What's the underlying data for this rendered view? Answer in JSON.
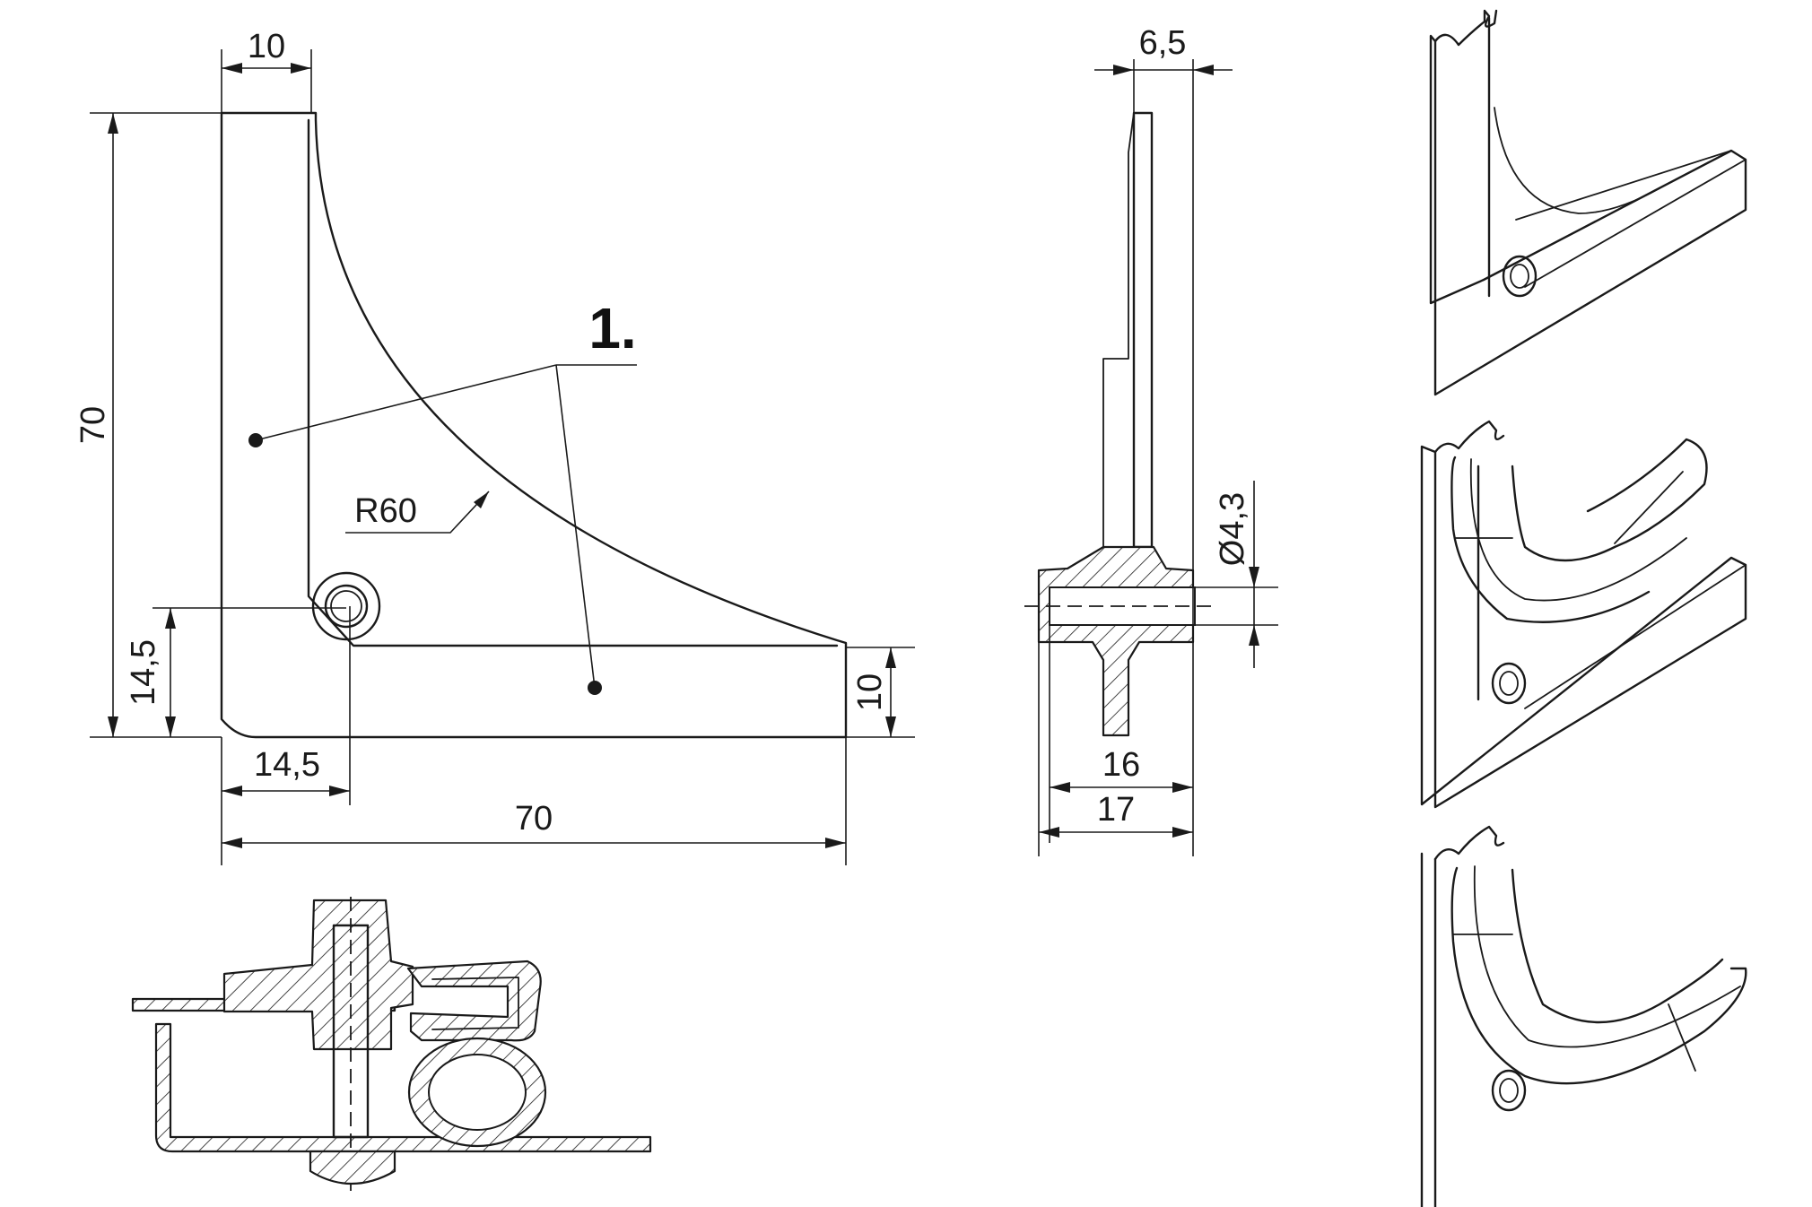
{
  "front_view": {
    "dim_width_top": "10",
    "dim_height_total": "70",
    "dim_radius": "R60",
    "dim_hole_height": "14,5",
    "dim_hole_offset": "14,5",
    "dim_width_total": "70",
    "dim_leg_thickness": "10",
    "part_label": "1."
  },
  "side_view": {
    "dim_thickness": "6,5",
    "dim_hole_diameter": "Ø4,3",
    "dim_width_inner": "16",
    "dim_width_outer": "17"
  },
  "colors": {
    "line": "#1a1a1a",
    "background": "#ffffff"
  }
}
